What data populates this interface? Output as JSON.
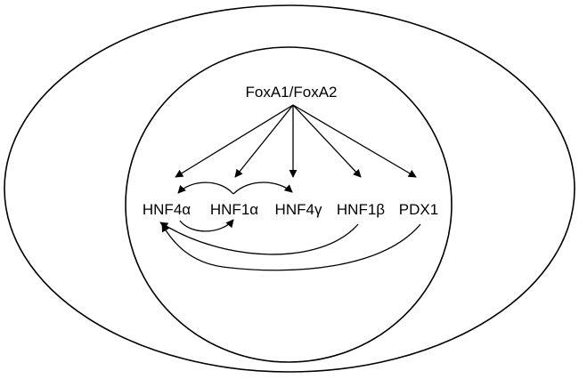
{
  "diagram": {
    "root": "FoxA1/FoxA2",
    "factors": [
      {
        "id": "hnf4a",
        "label": "HNF4α"
      },
      {
        "id": "hnf1a",
        "label": "HNF1α"
      },
      {
        "id": "hnf4g",
        "label": "HNF4γ"
      },
      {
        "id": "hnf1b",
        "label": "HNF1β"
      },
      {
        "id": "pdx1",
        "label": "PDX1"
      }
    ],
    "edges": [
      {
        "from": "FoxA1/FoxA2",
        "to": "HNF4α"
      },
      {
        "from": "FoxA1/FoxA2",
        "to": "HNF1α"
      },
      {
        "from": "FoxA1/FoxA2",
        "to": "HNF4γ"
      },
      {
        "from": "FoxA1/FoxA2",
        "to": "HNF1β"
      },
      {
        "from": "FoxA1/FoxA2",
        "to": "PDX1"
      },
      {
        "from": "HNF1α",
        "to": "HNF4α"
      },
      {
        "from": "HNF4α",
        "to": "HNF1α"
      },
      {
        "from": "HNF1α",
        "to": "HNF4γ"
      },
      {
        "from": "HNF1β",
        "to": "HNF4α"
      },
      {
        "from": "PDX1",
        "to": "HNF4α"
      }
    ]
  }
}
